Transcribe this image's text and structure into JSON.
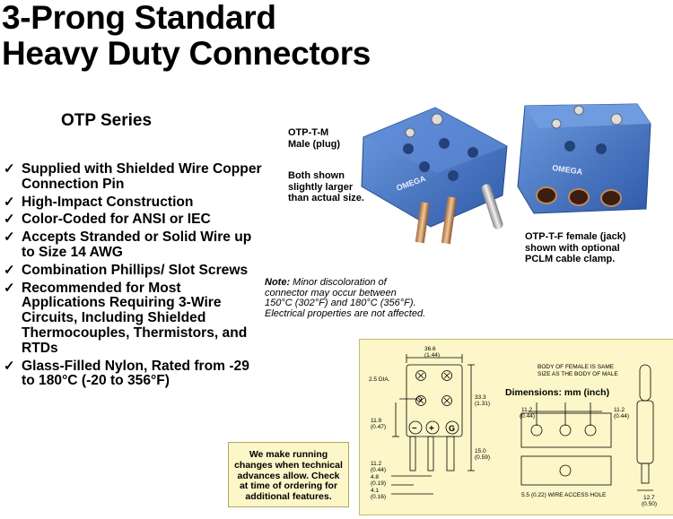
{
  "title": {
    "line1": "3-Prong Standard",
    "line2": "Heavy Duty Connectors"
  },
  "series": "OTP Series",
  "features": [
    "Supplied with Shielded Wire Copper Connection Pin",
    "High-Impact Construction",
    "Color-Coded for ANSI or IEC",
    "Accepts Stranded or Solid Wire up to Size 14 AWG",
    "Combination Phillips/ Slot Screws",
    "Recommended for Most Applications Requiring 3-Wire Circuits, Including Shielded Thermocouples, Thermistors, and RTDs",
    "Glass-Filled Nylon, Rated from -29 to 180°C (-20 to 356°F)"
  ],
  "photo": {
    "male_model": "OTP-T-M",
    "male_desc": "Male (plug)",
    "scale_note": [
      "Both shown",
      "slightly larger",
      "than actual size."
    ],
    "female_caption": [
      "OTP-T-F female (jack)",
      "shown with optional",
      "PCLM cable clamp."
    ],
    "brand": "OMEGA"
  },
  "note": {
    "label": "Note:",
    "lines": [
      " Minor discoloration of",
      "connector may occur between",
      "150°C (302°F) and 180°C (356°F).",
      "Electrical properties are not affected."
    ]
  },
  "callout": [
    "We make running",
    "changes when technical",
    "advances allow. Check",
    "at time of ordering for",
    "additional features."
  ],
  "drawing": {
    "width_mm": "36.6",
    "width_in": "(1.44)",
    "hole_dia": "2.5 DIA.",
    "height_mm": "33.3",
    "height_in": "(1.31)",
    "left_mm": "11.9",
    "left_in": "(0.47)",
    "pin_len_mm": "15.0",
    "pin_len_in": "(0.59)",
    "pin_a_mm": "11.2",
    "pin_a_in": "(0.44)",
    "pin_b_mm": "4.8",
    "pin_b_in": "(0.19)",
    "pin_c_mm": "4.1",
    "pin_c_in": "(0.16)",
    "body_note": [
      "BODY OF FEMALE IS SAME",
      "SIZE AS THE BODY OF MALE"
    ],
    "dimensions_title": "Dimensions: mm (inch)",
    "right_a_mm": "11.2",
    "right_a_in": "(0.44)",
    "right_b_mm": "11.2",
    "right_b_in": "(0.44)",
    "wire_hole": "5.5 (0.22) WIRE ACCESS HOLE",
    "side_mm": "12.7",
    "side_in": "(0.50)",
    "terminal_neg": "–",
    "terminal_pos": "+",
    "terminal_g": "G"
  },
  "colors": {
    "connector_blue": "#3f73c4",
    "drawing_bg": "#fcf6c8"
  }
}
